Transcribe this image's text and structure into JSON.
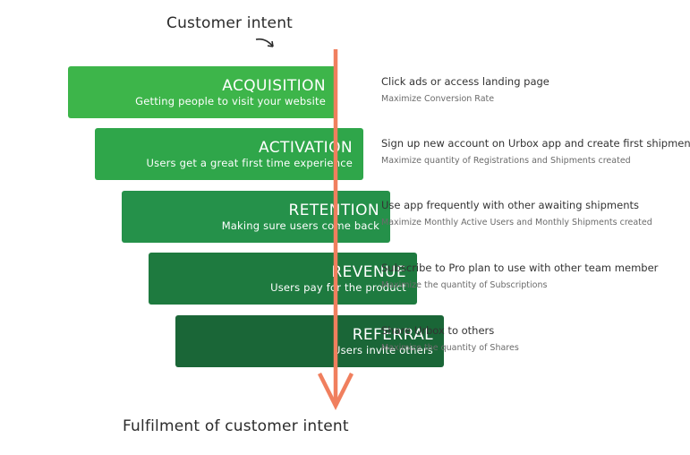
{
  "header": {
    "customer_intent": "Customer intent"
  },
  "footer": {
    "fulfilment": "Fulfilment of customer intent"
  },
  "colors": {
    "axis_arrow": "#f07f5e",
    "acquisition": "#3db54a",
    "activation": "#2fa64a",
    "retention": "#25914a",
    "revenue": "#1e7a3f",
    "referral": "#1a6637"
  },
  "stages": [
    {
      "name": "ACQUISITION",
      "subtitle": "Getting people to visit your website",
      "action": "Click ads or access landing page",
      "metric": "Maximize Conversion Rate"
    },
    {
      "name": "ACTIVATION",
      "subtitle": "Users get a great first time experience",
      "action": "Sign up new account on Urbox app and create first shipment",
      "metric": "Maximize quantity of Registrations and Shipments created"
    },
    {
      "name": "RETENTION",
      "subtitle": "Making sure users come back",
      "action": "Use app frequently with other awaiting shipments",
      "metric": "Maximize Monthly Active Users and Monthly Shipments created"
    },
    {
      "name": "REVENUE",
      "subtitle": "Users pay for the product",
      "action": "Subscribe to Pro plan to use with other team member",
      "metric": "Maximize the quantity of Subscriptions"
    },
    {
      "name": "REFERRAL",
      "subtitle": "Users invite others",
      "action": "Share Urbox to others",
      "metric": "Maximize the quantity of Shares"
    }
  ]
}
